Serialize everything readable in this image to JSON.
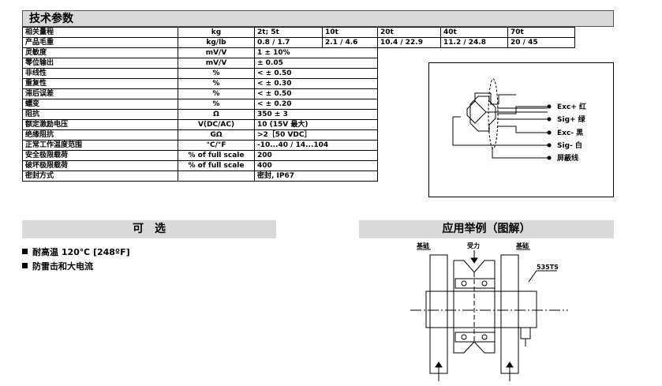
{
  "spec": {
    "title": "技术参数",
    "rows": [
      {
        "name": "相关量程",
        "unit": "kg",
        "values": [
          "2t; 5t",
          "10t",
          "20t",
          "40t",
          "70t"
        ]
      },
      {
        "name": "产品毛重",
        "unit": "kg/lb",
        "values": [
          "0.8 / 1.7",
          "2.1 / 4.6",
          "10.4 / 22.9",
          "11.2 / 24.8",
          "20 / 45"
        ]
      },
      {
        "name": "灵敏度",
        "unit": "mV/V",
        "value": "1 ± 10%"
      },
      {
        "name": "零位输出",
        "unit": "mV/V",
        "value": "± 0.05"
      },
      {
        "name": "非线性",
        "unit": "%",
        "value": "< ± 0.50"
      },
      {
        "name": "重复性",
        "unit": "%",
        "value": "< ± 0.30"
      },
      {
        "name": "滞后误差",
        "unit": "%",
        "value": "< ± 0.50"
      },
      {
        "name": "蠕变",
        "unit": "%",
        "value": "< ± 0.20"
      },
      {
        "name": "阻抗",
        "unit": "Ω",
        "value": "350 ± 3"
      },
      {
        "name": "额定激励电压",
        "unit": "V(DC/AC)",
        "value": "10 (15V 最大)"
      },
      {
        "name": "绝缘阻抗",
        "unit": "GΩ",
        "value": ">2［50 VDC］"
      },
      {
        "name": "正常工作温度范围",
        "unit": "°C/°F",
        "value": "-10...40 / 14...104"
      },
      {
        "name": "安全极限载荷",
        "unit": "% of full scale",
        "value": "200"
      },
      {
        "name": "破坏极限载荷",
        "unit": "% of full scale",
        "value": "400"
      },
      {
        "name": "密封方式",
        "unit": "",
        "value": "密封, IP67"
      }
    ],
    "wiring": [
      "Exc+ 红",
      "Sig+ 绿",
      "Exc- 黑",
      "Sig- 白",
      "屏蔽线"
    ]
  },
  "options": {
    "title": "可　选",
    "items": [
      "耐高温 120℃ [248ºF]",
      "防雷击和大电流"
    ]
  },
  "application": {
    "title": "应用举例（图解）",
    "labels": {
      "base_left": "基础",
      "force": "受力",
      "base_right": "基础",
      "model": "535TS"
    }
  }
}
